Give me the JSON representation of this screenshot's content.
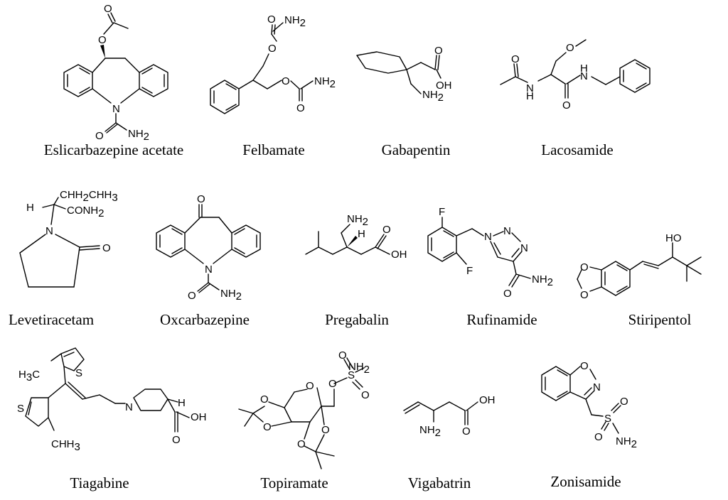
{
  "drugs": [
    {
      "id": "eslicarbazepine",
      "name": "Eslicarbazepine acetate"
    },
    {
      "id": "felbamate",
      "name": "Felbamate"
    },
    {
      "id": "gabapentin",
      "name": "Gabapentin"
    },
    {
      "id": "lacosamide",
      "name": "Lacosamide"
    },
    {
      "id": "levetiracetam",
      "name": "Levetiracetam"
    },
    {
      "id": "oxcarbazepine",
      "name": "Oxcarbazepine"
    },
    {
      "id": "pregabalin",
      "name": "Pregabalin"
    },
    {
      "id": "rufinamide",
      "name": "Rufinamide"
    },
    {
      "id": "stiripentol",
      "name": "Stiripentol"
    },
    {
      "id": "tiagabine",
      "name": "Tiagabine"
    },
    {
      "id": "topiramate",
      "name": "Topiramate"
    },
    {
      "id": "vigabatrin",
      "name": "Vigabatrin"
    },
    {
      "id": "zonisamide",
      "name": "Zonisamide"
    }
  ],
  "atom_labels": {
    "O": "O",
    "N": "N",
    "S": "S",
    "F": "F",
    "H": "H",
    "NH": "NH",
    "NH2": "NH",
    "OH": "OH",
    "HO": "HO",
    "CH3": "CH",
    "H3C": "H",
    "CONH2": "CONH",
    "sub2": "2",
    "sub3": "3",
    "C": "C"
  }
}
